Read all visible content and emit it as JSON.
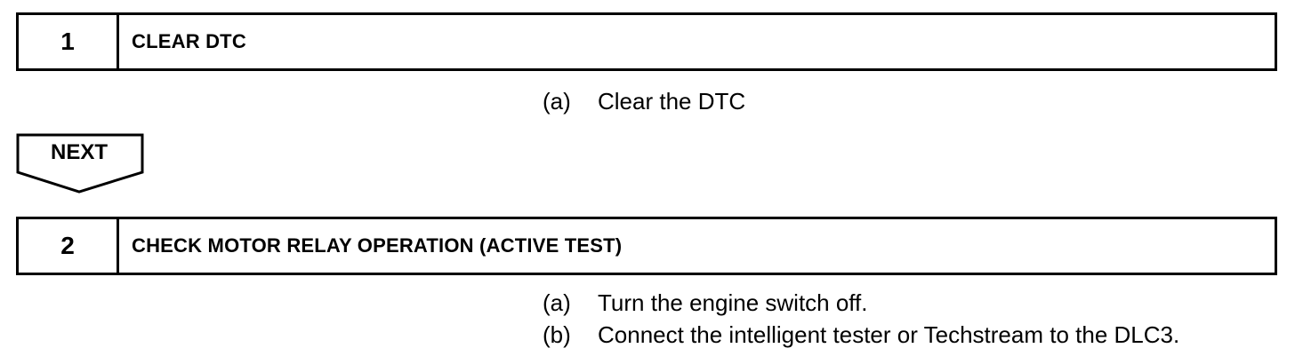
{
  "steps": [
    {
      "number": "1",
      "title": "CLEAR DTC",
      "instructions": [
        {
          "label": "(a)",
          "text": "Clear the DTC"
        }
      ]
    },
    {
      "number": "2",
      "title": "CHECK MOTOR RELAY OPERATION (ACTIVE TEST)",
      "instructions": [
        {
          "label": "(a)",
          "text": "Turn the engine switch off."
        },
        {
          "label": "(b)",
          "text": "Connect the intelligent tester or Techstream to the DLC3."
        }
      ]
    }
  ],
  "next_indicator": {
    "label": "NEXT"
  }
}
